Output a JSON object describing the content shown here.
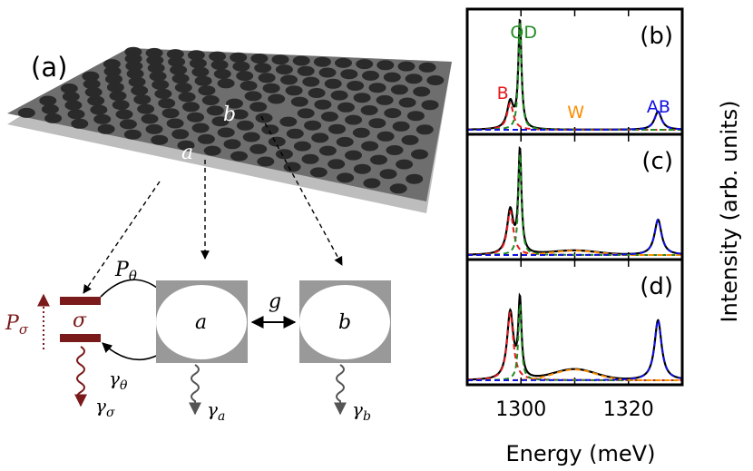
{
  "figure": {
    "panel_a_label": "(a)",
    "slab_labels": {
      "a": "a",
      "b": "b"
    },
    "model": {
      "emitter_symbol": "σ",
      "pump_sigma": "P",
      "pump_sigma_sub": "σ",
      "pump_theta": "P",
      "pump_theta_sub": "θ",
      "gamma_theta": "γ",
      "gamma_theta_sub": "θ",
      "gamma_sigma": "γ",
      "gamma_sigma_sub": "σ",
      "gamma_a": "γ",
      "gamma_a_sub": "a",
      "gamma_b": "γ",
      "gamma_b_sub": "b",
      "cavity_a": "a",
      "cavity_b": "b",
      "coupling": "g"
    },
    "colors": {
      "slab_top": "#6e6e6e",
      "slab_bottom": "#bdbdbd",
      "holes": "#2a2a2a",
      "emitter": "#7b1a1a",
      "cavity_square": "#999999",
      "B": "#e41a1c",
      "QD": "#228b22",
      "W": "#ff8c00",
      "AB": "#1010e0",
      "total": "#000000"
    }
  },
  "chart_data": {
    "type": "line",
    "x_axis_label": "Energy (meV)",
    "y_axis_label": "Intensity (arb. units)",
    "xlim": [
      1290,
      1330
    ],
    "xticks": [
      1300,
      1310,
      1320
    ],
    "xtick_labels": [
      "1300",
      "",
      "1320"
    ],
    "peak_labels": {
      "B": "B",
      "QD": "QD",
      "W": "W",
      "AB": "AB"
    },
    "panels": [
      {
        "label": "(b)",
        "components": [
          {
            "name": "B",
            "center": 1298.0,
            "width": 0.7,
            "amplitude": 0.25
          },
          {
            "name": "QD",
            "center": 1299.8,
            "width": 0.35,
            "amplitude": 1.0
          },
          {
            "name": "W",
            "center": 1310.0,
            "width": 6.0,
            "amplitude": 0.0
          },
          {
            "name": "AB",
            "center": 1325.5,
            "width": 0.8,
            "amplitude": 0.17
          }
        ]
      },
      {
        "label": "(c)",
        "components": [
          {
            "name": "B",
            "center": 1298.0,
            "width": 0.7,
            "amplitude": 0.41
          },
          {
            "name": "QD",
            "center": 1299.8,
            "width": 0.35,
            "amplitude": 0.95
          },
          {
            "name": "W",
            "center": 1310.0,
            "width": 6.0,
            "amplitude": 0.04
          },
          {
            "name": "AB",
            "center": 1325.5,
            "width": 0.8,
            "amplitude": 0.33
          }
        ]
      },
      {
        "label": "(d)",
        "components": [
          {
            "name": "B",
            "center": 1298.0,
            "width": 0.7,
            "amplitude": 0.63
          },
          {
            "name": "QD",
            "center": 1299.8,
            "width": 0.35,
            "amplitude": 0.71
          },
          {
            "name": "W",
            "center": 1310.0,
            "width": 5.5,
            "amplitude": 0.1
          },
          {
            "name": "AB",
            "center": 1325.5,
            "width": 0.8,
            "amplitude": 0.56
          }
        ]
      }
    ]
  }
}
